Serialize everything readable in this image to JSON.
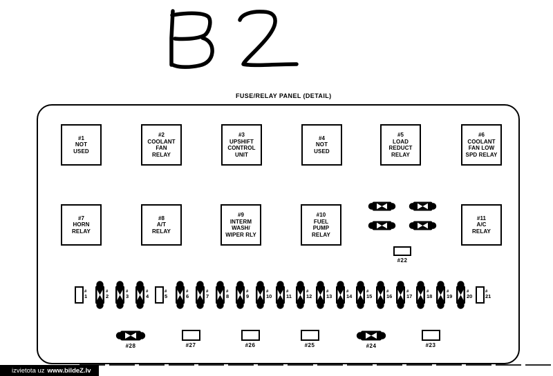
{
  "page_label": "B2",
  "panel": {
    "title": "FUSE/RELAY PANEL (DETAIL)",
    "fuse_hash": "#",
    "relays_row1": [
      {
        "lines": [
          "#1",
          "NOT",
          "USED"
        ]
      },
      {
        "lines": [
          "#2",
          "COOLANT",
          "FAN",
          "RELAY"
        ]
      },
      {
        "lines": [
          "#3",
          "UPSHIFT",
          "CONTROL",
          "UNIT"
        ]
      },
      {
        "lines": [
          "#4",
          "NOT",
          "USED"
        ]
      },
      {
        "lines": [
          "#5",
          "LOAD",
          "REDUCT",
          "RELAY"
        ]
      },
      {
        "lines": [
          "#6",
          "COOLANT",
          "FAN LOW",
          "SPD RELAY"
        ]
      }
    ],
    "relays_row2": [
      {
        "lines": [
          "#7",
          "HORN",
          "RELAY"
        ]
      },
      {
        "lines": [
          "#8",
          "A/T",
          "RELAY"
        ]
      },
      {
        "lines": [
          "#9",
          "INTERM",
          "WASH/",
          "WIPER RLY"
        ]
      },
      {
        "lines": [
          "#10",
          "FUEL",
          "PUMP",
          "RELAY"
        ]
      },
      {
        "lines": [
          "#11",
          "A/C",
          "RELAY"
        ]
      }
    ],
    "mid_fuse_cluster": {
      "fuse_count": 4,
      "label": "#22"
    },
    "fuse_strip": [
      {
        "num": "1",
        "filled": false
      },
      {
        "num": "2",
        "filled": true
      },
      {
        "num": "3",
        "filled": true
      },
      {
        "num": "4",
        "filled": true
      },
      {
        "num": "5",
        "filled": false
      },
      {
        "num": "6",
        "filled": true
      },
      {
        "num": "7",
        "filled": true
      },
      {
        "num": "8",
        "filled": true
      },
      {
        "num": "9",
        "filled": true
      },
      {
        "num": "10",
        "filled": true
      },
      {
        "num": "11",
        "filled": true
      },
      {
        "num": "12",
        "filled": true
      },
      {
        "num": "13",
        "filled": true
      },
      {
        "num": "14",
        "filled": true
      },
      {
        "num": "15",
        "filled": true
      },
      {
        "num": "16",
        "filled": true
      },
      {
        "num": "17",
        "filled": true
      },
      {
        "num": "18",
        "filled": true
      },
      {
        "num": "19",
        "filled": true
      },
      {
        "num": "20",
        "filled": true
      },
      {
        "num": "21",
        "filled": false
      }
    ],
    "bottom_row": [
      {
        "label": "#28",
        "filled": true
      },
      {
        "label": "#27",
        "filled": false
      },
      {
        "label": "#26",
        "filled": false
      },
      {
        "label": "#25",
        "filled": false
      },
      {
        "label": "#24",
        "filled": true
      },
      {
        "label": "#23",
        "filled": false
      }
    ]
  },
  "watermark": {
    "prefix": "izvietota uz",
    "site": "www.bildeZ.lv"
  },
  "colors": {
    "ink": "#000000",
    "paper": "#ffffff",
    "watermark_bg": "#000000",
    "watermark_text": "#ffffff"
  }
}
